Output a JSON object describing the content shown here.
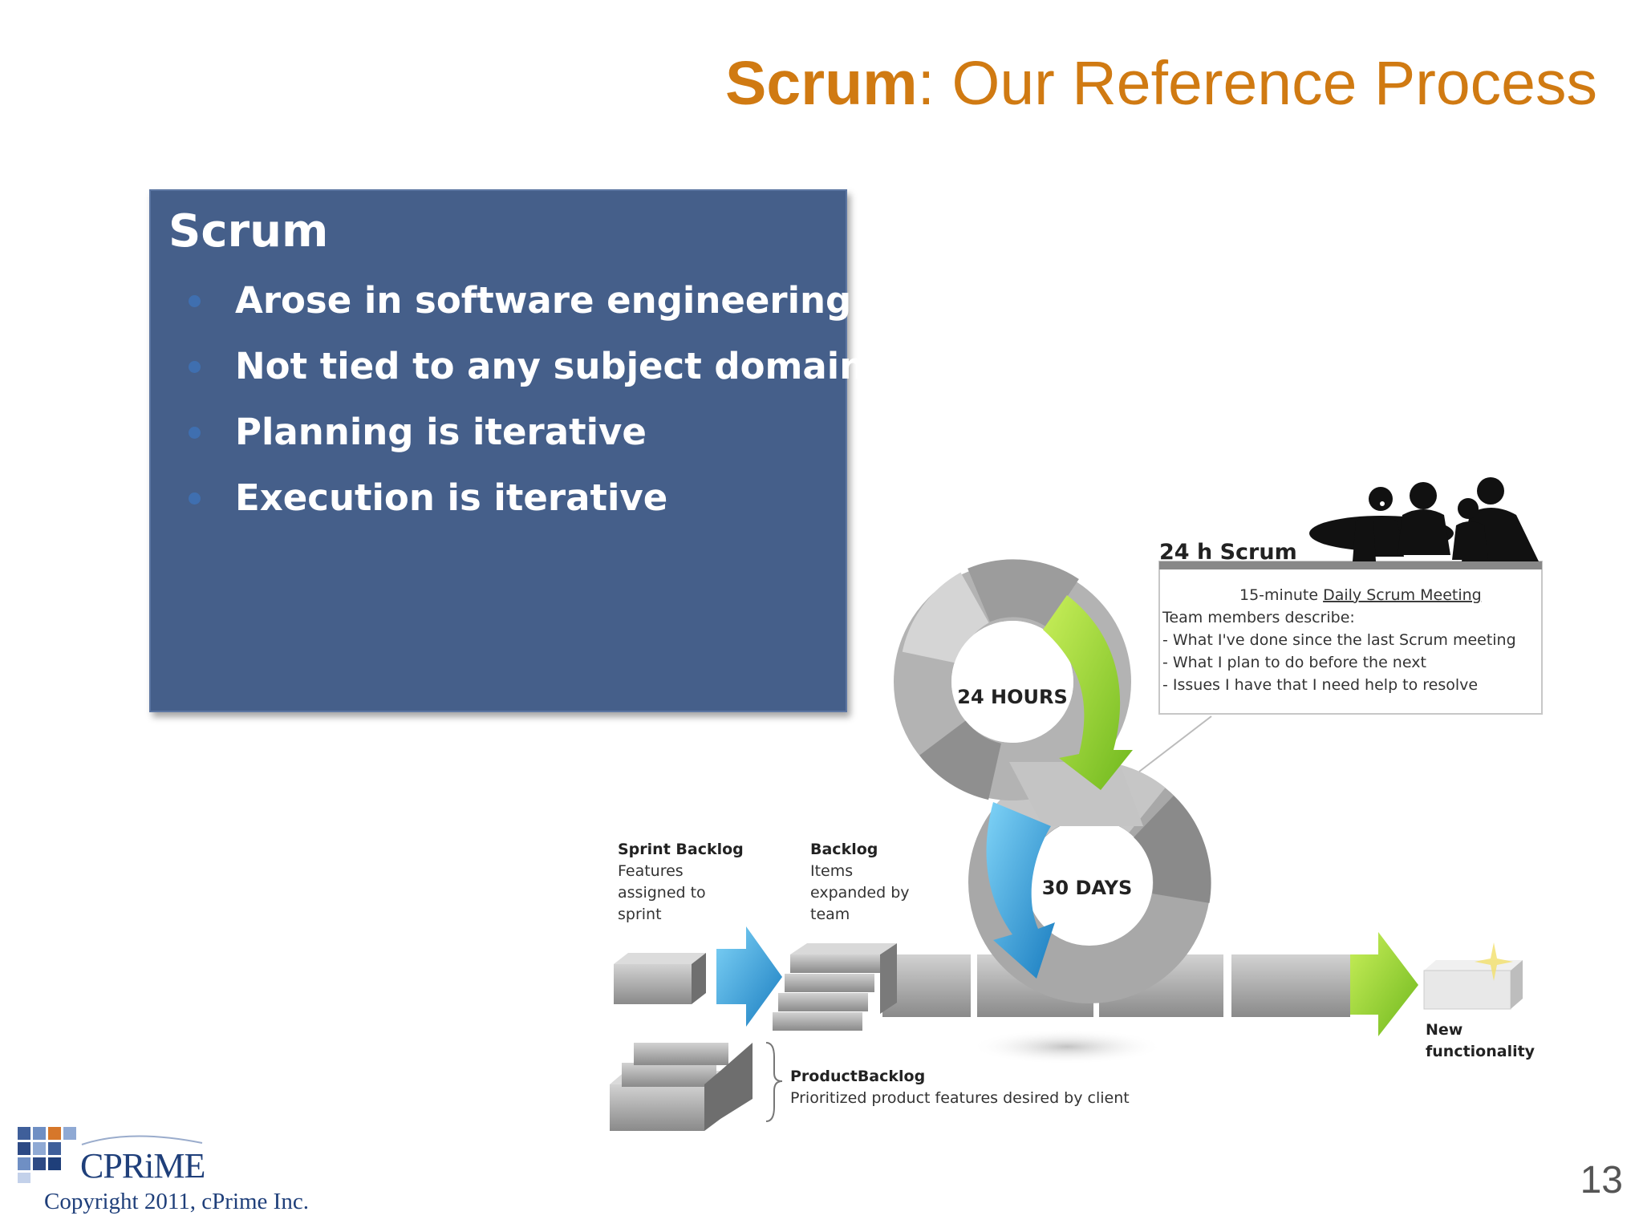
{
  "title": {
    "bold": "Scrum",
    "rest": ": Our Reference Process"
  },
  "box": {
    "heading": "Scrum",
    "bullets": [
      "Arose in software engineering",
      "Not tied to any subject domain",
      "Planning is iterative",
      "Execution is iterative"
    ]
  },
  "diagram": {
    "hours_label": "24 HOURS",
    "days_label": "30 DAYS",
    "callout": {
      "title": "24 h Scrum",
      "line1_prefix": "15-minute ",
      "line1_link": "Daily Scrum Meeting",
      "line2": "Team members describe:",
      "line3": "- What I've done since the last Scrum meeting",
      "line4": "- What I plan to do before the next",
      "line5": "- Issues I have that I need help to resolve"
    },
    "sprint_backlog": {
      "title": "Sprint Backlog",
      "line1": "Features",
      "line2": "assigned to",
      "line3": "sprint"
    },
    "backlog": {
      "title": "Backlog",
      "line1": "Items",
      "line2": "expanded by",
      "line3": "team"
    },
    "product_backlog": {
      "title": "ProductBacklog",
      "desc": "Prioritized product features desired by client"
    },
    "new_functionality": {
      "line1": "New",
      "line2": "functionality"
    }
  },
  "footer": {
    "logo_text": "CPRiME",
    "copyright": "Copyright 2011, cPrime Inc.",
    "page_number": "13"
  },
  "colors": {
    "title": "#d07a12",
    "box_background": "#455f8a",
    "bullet": "#3f6fb0",
    "green_arrow": "#8fd12a",
    "blue_arrow": "#2a9ed8"
  },
  "icons": [
    "people-meeting-icon",
    "cprime-logo-icon",
    "green-arrow-icon",
    "blue-arrow-icon"
  ]
}
